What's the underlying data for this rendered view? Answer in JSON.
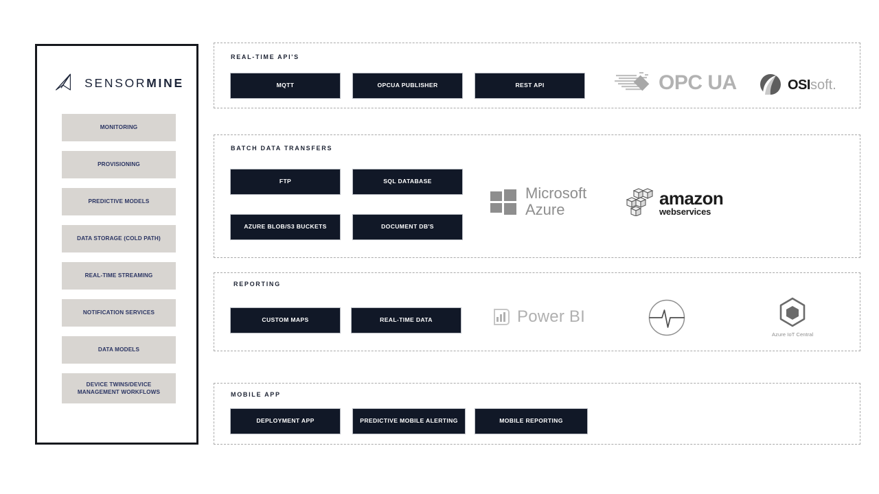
{
  "brand": {
    "logo_icon": "sensormine-arrow-logo",
    "name_light": "SENSOR",
    "name_bold": "MINE",
    "full_name": "SENSORMINE"
  },
  "sidebar": {
    "items": [
      {
        "label": "MONITORING"
      },
      {
        "label": "PROVISIONING"
      },
      {
        "label": "PREDICTIVE MODELS"
      },
      {
        "label": "DATA STORAGE (COLD PATH)"
      },
      {
        "label": "REAL-TIME STREAMING"
      },
      {
        "label": "NOTIFICATION SERVICES"
      },
      {
        "label": "DATA MODELS"
      },
      {
        "label": "DEVICE TWINS/DEVICE MANAGEMENT WORKFLOWS"
      }
    ]
  },
  "sections": {
    "realtime_apis": {
      "title": "REAL-TIME API'S",
      "chips": [
        {
          "label": "MQTT"
        },
        {
          "label": "OPCUA PUBLISHER"
        },
        {
          "label": "REST API"
        }
      ],
      "logos": [
        {
          "name": "opc-ua-logo",
          "text": "OPC UA"
        },
        {
          "name": "osisoft-logo",
          "text_bold": "OSI",
          "text_light": "soft."
        }
      ]
    },
    "batch_data_transfers": {
      "title": "BATCH DATA TRANSFERS",
      "chips": [
        {
          "label": "FTP"
        },
        {
          "label": "SQL DATABASE"
        },
        {
          "label": "AZURE BLOB/S3 BUCKETS"
        },
        {
          "label": "DOCUMENT DB'S"
        }
      ],
      "logos": [
        {
          "name": "microsoft-azure-logo",
          "line1": "Microsoft",
          "line2": "Azure"
        },
        {
          "name": "amazon-web-services-logo",
          "line1": "amazon",
          "line2": "webservices"
        }
      ]
    },
    "reporting": {
      "title": "REPORTING",
      "chips": [
        {
          "label": "CUSTOM MAPS"
        },
        {
          "label": "REAL-TIME DATA"
        }
      ],
      "logos": [
        {
          "name": "power-bi-logo",
          "text": "Power BI"
        },
        {
          "name": "pulse-waveform-icon",
          "text": ""
        },
        {
          "name": "azure-iot-central-logo",
          "text": "Azure IoT Central"
        }
      ]
    },
    "mobile_app": {
      "title": "MOBILE APP",
      "chips": [
        {
          "label": "DEPLOYMENT APP"
        },
        {
          "label": "PREDICTIVE MOBILE ALERTING"
        },
        {
          "label": "MOBILE REPORTING"
        }
      ],
      "logos": []
    }
  },
  "colors": {
    "chip_background": "#111827",
    "chip_text": "#ffffff",
    "sidebar_item_background": "#d8d5d1",
    "sidebar_item_text": "#2b3563",
    "panel_border": "#a9a9a9",
    "sidebar_border": "#16181d",
    "logo_gray": "#9b9b9b",
    "page_background": "#ffffff"
  }
}
